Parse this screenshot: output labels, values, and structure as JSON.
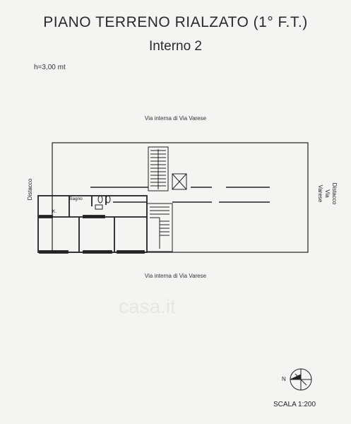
{
  "header": {
    "title": "PIANO TERRENO RIALZATO (1° F.T.)",
    "subtitle": "Interno 2",
    "height_note": "h=3,00 mt"
  },
  "plan": {
    "street_top": "Via interna di Via Varese",
    "street_bottom": "Via interna di Via Varese",
    "distacco_left": "Distacco",
    "side_right_line1": "Distacco",
    "side_right_line2": "Via Varese",
    "room_bagno": "Bagno",
    "room_k": "K."
  },
  "footer": {
    "north": "N",
    "scale": "SCALA 1:200"
  },
  "watermark": "casa.it",
  "colors": {
    "ink": "#222222",
    "paper": "#f4f4f2",
    "watermark": "#e6e6e4"
  }
}
